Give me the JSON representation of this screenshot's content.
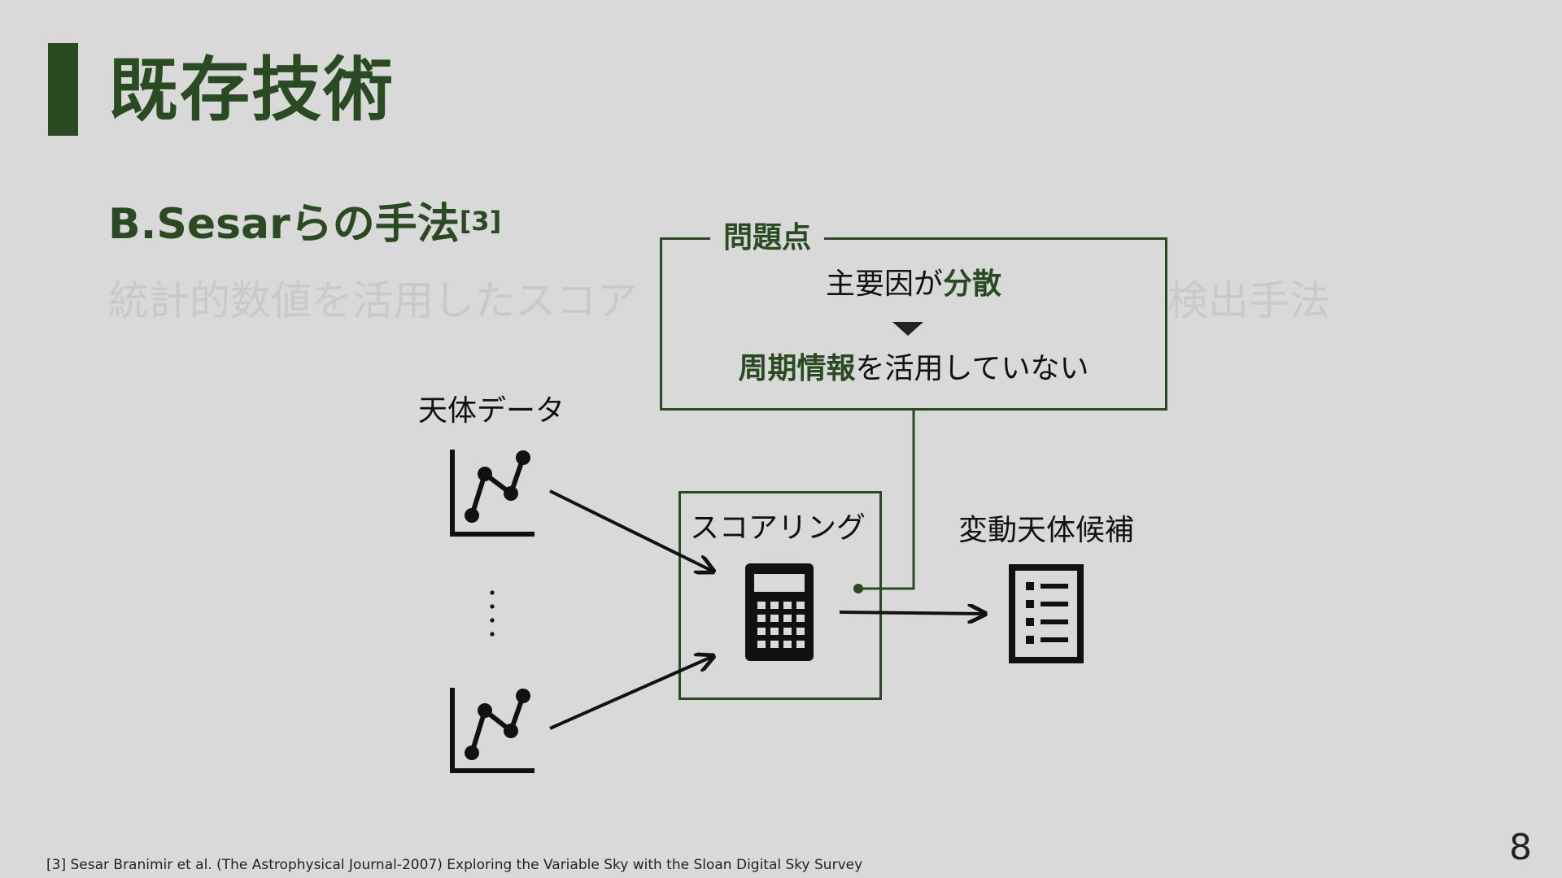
{
  "slide": {
    "title": "既存技術",
    "subtitle": "B.Sesarらの手法",
    "subtitle_ref": "[3]",
    "faded_left": "統計的数値を活用したスコア",
    "faded_right": "検出手法",
    "page_number": "8"
  },
  "problem": {
    "label": "問題点",
    "line1_prefix": "主要因が",
    "line1_emph": "分散",
    "line2_emph": "周期情報",
    "line2_suffix": "を活用していない"
  },
  "diagram": {
    "input_label": "天体データ",
    "ellipsis": "⋮",
    "process_label": "スコアリング",
    "output_label": "変動天体候補",
    "icons": [
      "line-chart-icon",
      "line-chart-icon",
      "calculator-icon",
      "list-icon"
    ]
  },
  "footnote": "[3] Sesar Branimir et al. (The Astrophysical Journal-2007) Exploring the Variable Sky with the Sloan Digital Sky Survey",
  "colors": {
    "accent": "#2a4a22",
    "background": "#d9d9d9",
    "faded_text": "#c9c9c9"
  }
}
